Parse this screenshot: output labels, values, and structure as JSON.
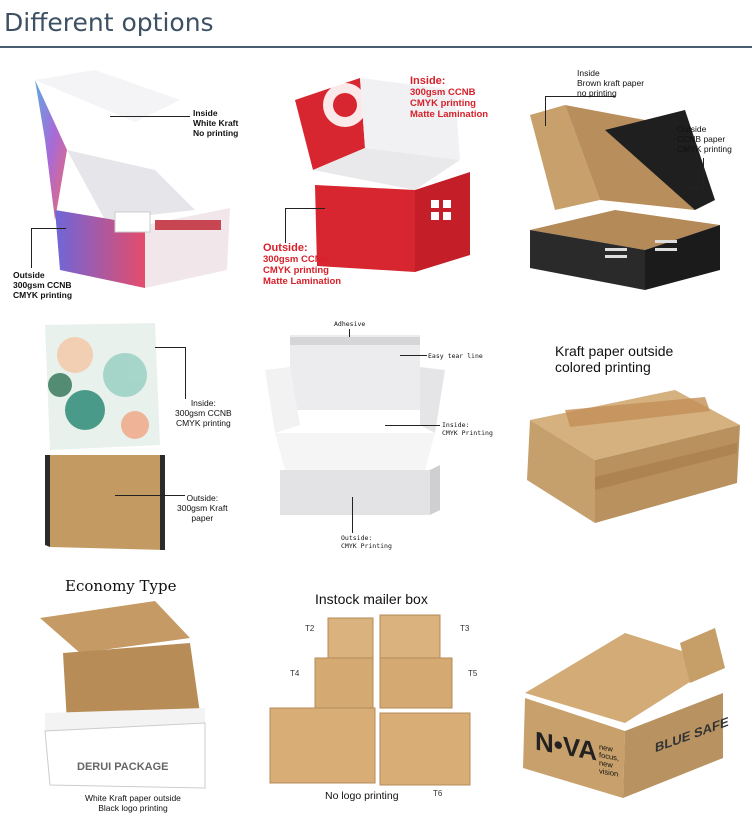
{
  "heading": "Different options",
  "cells": {
    "c1": {
      "inside": [
        "Inside",
        "White Kraft",
        "No printing"
      ],
      "outside": [
        "Outside",
        "300gsm CCNB",
        "CMYK printing"
      ]
    },
    "c2": {
      "inside": [
        "Inside:",
        "300gsm CCNB",
        "CMYK printing",
        "Matte Lamination"
      ],
      "outside": [
        "Outside:",
        "300gsm CCNB",
        "CMYK printing",
        "Matte Lamination"
      ]
    },
    "c3": {
      "inside": [
        "Inside",
        "Brown kraft paper",
        "no printing"
      ],
      "outside": [
        "Outside",
        "CCNB paper",
        "CMYK printing"
      ]
    },
    "c4": {
      "inside": [
        "Inside:",
        "300gsm CCNB",
        "CMYK printing"
      ],
      "outside": [
        "Outside:",
        "300gsm Kraft",
        "paper"
      ]
    },
    "c5": {
      "adhesive": "Adhesive",
      "tear": "Easy tear line",
      "inside": [
        "Inside:",
        "CMYK Printing"
      ],
      "outside": [
        "Outside:",
        "CMYK Printing"
      ]
    },
    "c6": {
      "caption": [
        "Kraft paper outside",
        "colored printing"
      ]
    },
    "c7": {
      "title": "Economy Type",
      "brand": "DERUI PACKAGE",
      "caption": [
        "White Kraft paper outside",
        "Black logo printing"
      ]
    },
    "c8": {
      "title": "Instock mailer box",
      "sizes": [
        "T2",
        "T3",
        "T4",
        "T5",
        "T6"
      ],
      "caption": "No logo printing"
    },
    "c9": {
      "brand": "N•VA",
      "tag": [
        "new",
        "focus,",
        "new",
        "vision"
      ],
      "safe": "BLUE SAFE"
    }
  }
}
